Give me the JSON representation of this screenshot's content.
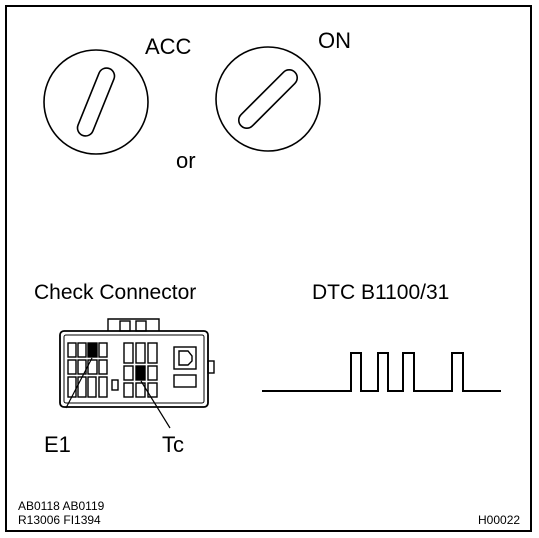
{
  "ignition": {
    "acc_label": "ACC",
    "on_label": "ON",
    "or_label": "or"
  },
  "check_connector": {
    "title": "Check Connector",
    "e1_label": "E1",
    "tc_label": "Tc"
  },
  "dtc": {
    "title": "DTC B1100/31"
  },
  "footer": {
    "codes_line1": "AB0118  AB0119",
    "codes_line2": "R13006  FI1394",
    "figure_id": "H00022"
  }
}
